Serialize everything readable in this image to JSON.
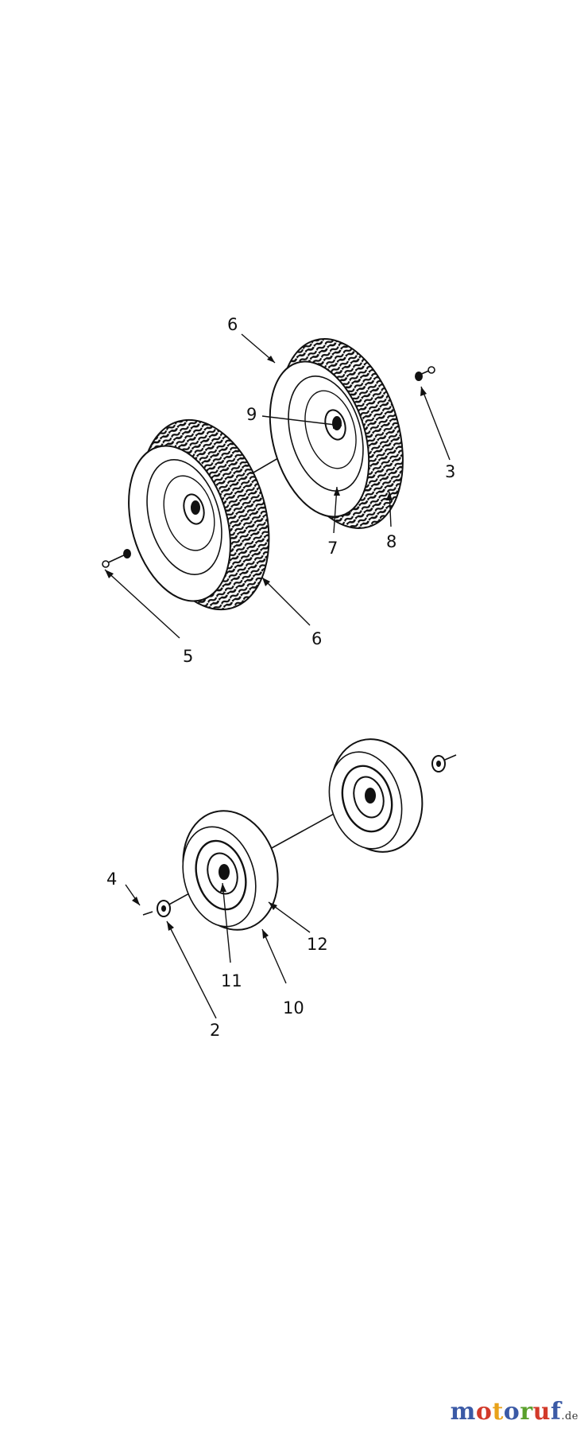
{
  "callouts": {
    "c2": "2",
    "c3": "3",
    "c4": "4",
    "c5": "5",
    "c6_top": "6",
    "c6_bottom": "6",
    "c7": "7",
    "c8": "8",
    "c9": "9",
    "c10": "10",
    "c11": "11",
    "c12": "12"
  },
  "watermark": {
    "text": "motoruf",
    "suffix": ".de",
    "letter_colors": [
      "#3b5aa6",
      "#d23a2a",
      "#e8a21a",
      "#3b5aa6",
      "#5aa02c",
      "#d23a2a",
      "#3b5aa6"
    ]
  }
}
